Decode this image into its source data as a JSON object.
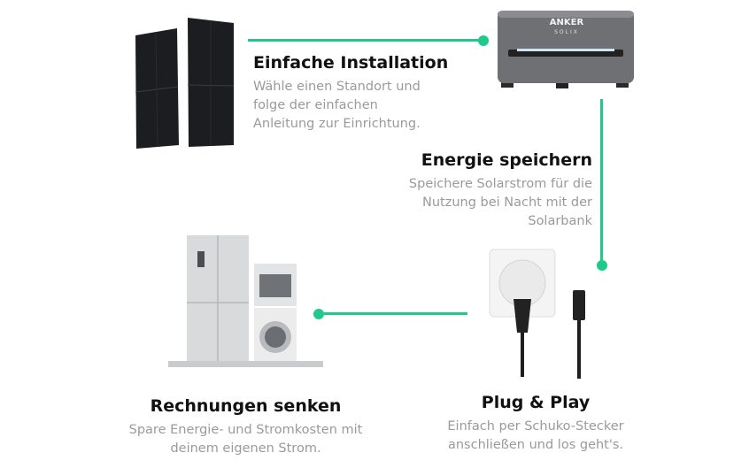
{
  "features": [
    {
      "title": "Einfache Installation",
      "desc": [
        "Wähle einen Standort und",
        "folge der einfachen",
        "Anleitung zur Einrichtung."
      ]
    },
    {
      "title": "Energie speichern",
      "desc": [
        "Speichere Solarstrom für die",
        "Nutzung bei Nacht mit der",
        "Solarbank"
      ]
    },
    {
      "title": "Rechnungen senken",
      "desc": [
        "Spare Energie- und Stromkosten mit",
        "deinem eigenen Strom."
      ]
    },
    {
      "title": "Plug & Play",
      "desc": [
        "Einfach per Schuko-Stecker",
        "anschließen und los geht's."
      ]
    }
  ],
  "device": {
    "brand": "ANKER",
    "sub": "SOLIX"
  },
  "icons": [
    "solar-panel-icon",
    "battery-device-icon",
    "appliances-icon",
    "plug-socket-icon"
  ],
  "colors": {
    "accent": "#1fc98a"
  }
}
